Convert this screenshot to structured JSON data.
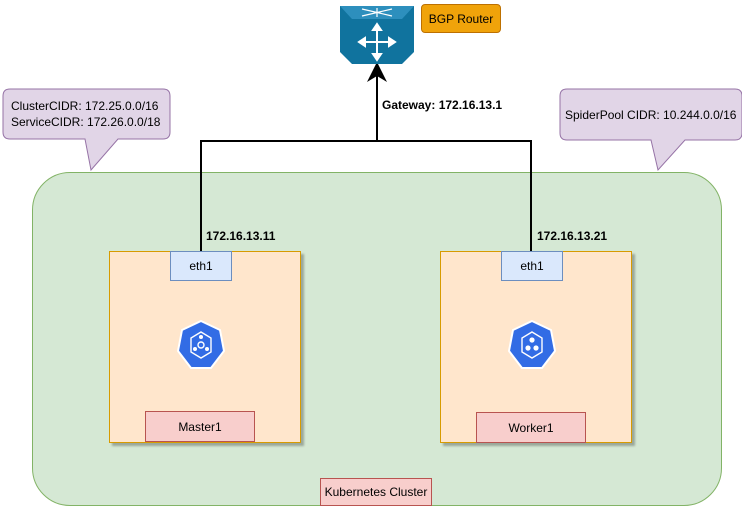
{
  "router": {
    "label": "BGP Router",
    "icon": "bgp-router-icon"
  },
  "gateway": {
    "label": "Gateway: 172.16.13.1"
  },
  "cluster_callout": {
    "lines": [
      "ClusterCIDR: 172.25.0.0/16",
      "ServiceCIDR: 172.26.0.0/18"
    ]
  },
  "spiderpool_callout": {
    "text": "SpiderPool CIDR: 10.244.0.0/16"
  },
  "cluster": {
    "label": "Kubernetes Cluster"
  },
  "nodes": [
    {
      "name": "Master1",
      "interface": "eth1",
      "ip": "172.16.13.11",
      "icon": "kubernetes-master-icon"
    },
    {
      "name": "Worker1",
      "interface": "eth1",
      "ip": "172.16.13.21",
      "icon": "kubernetes-worker-icon"
    }
  ],
  "colors": {
    "cluster_fill": "#d5e8d4",
    "node_fill": "#ffe6cc",
    "label_fill": "#f8cecc",
    "interface_fill": "#dae8fc",
    "callout_fill": "#e1d5e7",
    "router_label_fill": "#f0a30a",
    "router_fill": "#10739e",
    "kubernetes_blue": "#326ce5"
  }
}
